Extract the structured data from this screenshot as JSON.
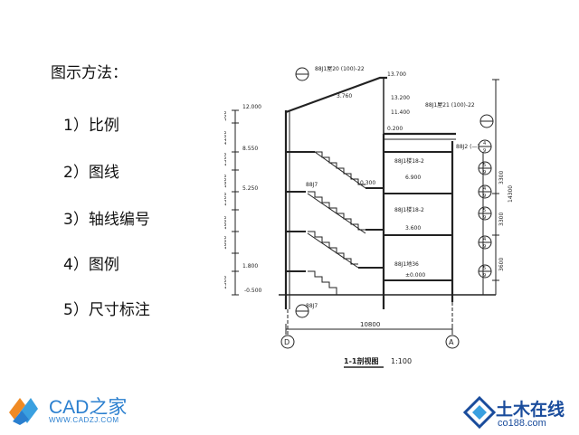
{
  "slide": {
    "heading": "图示方法：",
    "items": [
      {
        "label": "1）比例"
      },
      {
        "label": "2）图线"
      },
      {
        "label": "3）轴线编号"
      },
      {
        "label": "4）图例"
      },
      {
        "label": "5）尺寸标注"
      }
    ]
  },
  "drawing": {
    "caption": "1-1剖视图",
    "scale": "1:100",
    "axis_left": "D",
    "axis_right": "A",
    "overall_width": "10800",
    "overall_height": "14300",
    "elevations": [
      "12.000",
      "8.550",
      "5.250",
      "1.800",
      "-0.500"
    ],
    "right_elevations": [
      "13.700",
      "13.200",
      "11.400",
      "6.900",
      "3.600",
      "±0.000"
    ],
    "left_dims": [
      "500",
      "2200",
      "1500",
      "1800",
      "1500",
      "1800",
      "1800",
      "1300"
    ],
    "right_dims": [
      "3300",
      "3300",
      "3600"
    ],
    "notes": [
      "88J1屋20 (100)-22",
      "88J1屋21 (100)-22",
      "88J1楼18-2",
      "88J1楼18-2",
      "88J1地36",
      "88J2 (—)",
      "88J7",
      "88J7"
    ],
    "small_labels": [
      "3.760",
      "0.200",
      "0.300"
    ],
    "detail_circles": [
      {
        "top": "4",
        "bottom": "9"
      },
      {
        "top": "5",
        "bottom": "9"
      },
      {
        "top": "4",
        "bottom": "9"
      },
      {
        "top": "5",
        "bottom": "9"
      },
      {
        "top": "4",
        "bottom": "9"
      },
      {
        "top": "5",
        "bottom": "9"
      }
    ]
  },
  "logos": {
    "left_brand": "CAD之家",
    "left_url": "WWW.CADZJ.COM",
    "right_brand": "土木在线",
    "right_url": "co188.com"
  },
  "colors": {
    "text": "#111111",
    "cad_blue": "#2a7fcf",
    "co188_blue": "#1a4c9c"
  }
}
